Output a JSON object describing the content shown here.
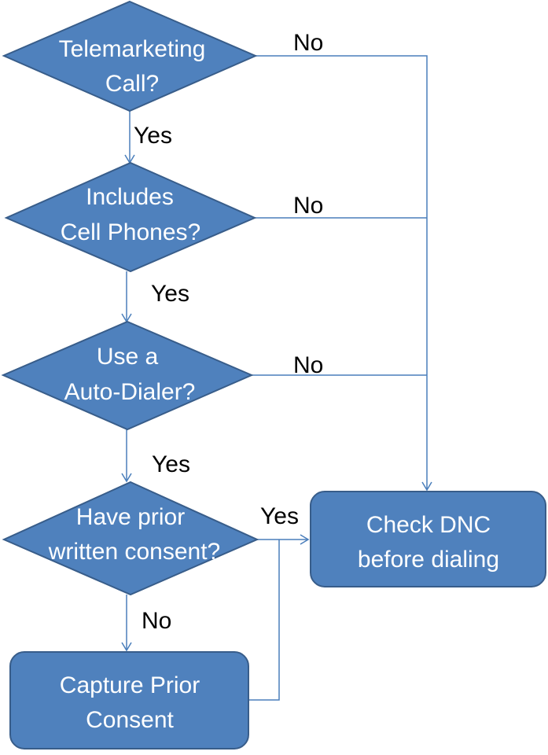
{
  "nodes": {
    "telemarketing": {
      "line1": "Telemarketing",
      "line2": "Call?"
    },
    "cell_phones": {
      "line1": "Includes",
      "line2": "Cell Phones?"
    },
    "auto_dialer": {
      "line1": "Use a",
      "line2": "Auto-Dialer?"
    },
    "prior_consent": {
      "line1": "Have prior",
      "line2": "written consent?"
    },
    "capture_consent": {
      "line1": "Capture Prior",
      "line2": "Consent"
    },
    "check_dnc": {
      "line1": "Check DNC",
      "line2": "before dialing"
    }
  },
  "edges": {
    "telemarketing_no": "No",
    "telemarketing_yes": "Yes",
    "cell_phones_no": "No",
    "cell_phones_yes": "Yes",
    "auto_dialer_no": "No",
    "auto_dialer_yes": "Yes",
    "prior_consent_yes": "Yes",
    "prior_consent_no": "No"
  },
  "colors": {
    "shape_fill": "#4f81bd",
    "shape_stroke": "#385d8a",
    "connector": "#4a7ebb"
  }
}
